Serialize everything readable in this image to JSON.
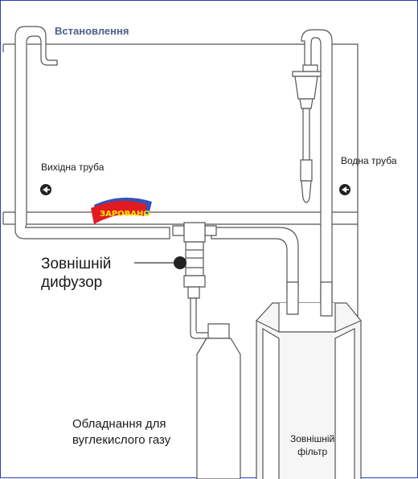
{
  "title": "Встановлення",
  "labels": {
    "outlet_pipe": "Вихідна труба",
    "water_pipe": "Водна труба",
    "diffuser_line1": "Зовнішній",
    "diffuser_line2": "дифузор",
    "co2_line1": "Обладнання для",
    "co2_line2": "вуглекислого газу",
    "filter_line1": "Зовнішній",
    "filter_line2": "фільтр"
  },
  "logo": {
    "text": "ЗАРОВАНО",
    "color": "#e11b22",
    "accent": "#1d3fb4"
  },
  "colors": {
    "frame": "#2b3fb0",
    "outline": "#555555",
    "fill": "#f2f2f2",
    "title": "#4d6088"
  },
  "icons": [
    "arrow-left-icon",
    "diffuser-dot-icon"
  ]
}
